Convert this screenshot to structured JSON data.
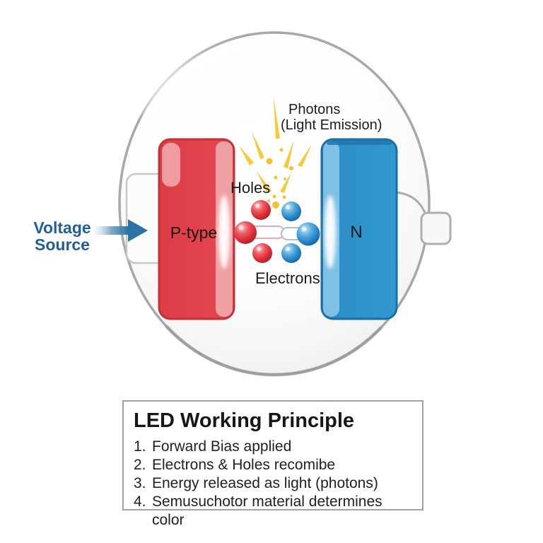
{
  "diagram": {
    "photons_label_line1": "Photons",
    "photons_label_line2": "(Light Emission)",
    "holes_label": "Holes",
    "electrons_label": "Electrons",
    "p_type_label": "P-type",
    "n_type_label": "N",
    "voltage_source_line1": "Voltage",
    "voltage_source_line2": "Source"
  },
  "caption": {
    "title": "LED Working Principle",
    "items": [
      {
        "num": "1.",
        "text": "Forward Bias applied"
      },
      {
        "num": "2.",
        "text": "Electrons & Holes recomibe"
      },
      {
        "num": "3.",
        "text": "Energy released as light (photons)"
      },
      {
        "num": "4.",
        "text": "Semusuchotor material determines color"
      }
    ]
  },
  "colors": {
    "p_type_red": "#e2434b",
    "p_type_edge": "#c2323b",
    "p_type_band": "#efa0a3",
    "n_type_blue": "#2f93cb",
    "n_type_edge": "#1b6ea7",
    "n_type_band": "#7fc0e4",
    "photon_yellow": "#f7c937",
    "voltage_blue": "#1f5f94",
    "arrow_blue": "#2b72a6",
    "bulb_outline_gray": "#a8a8aa"
  }
}
